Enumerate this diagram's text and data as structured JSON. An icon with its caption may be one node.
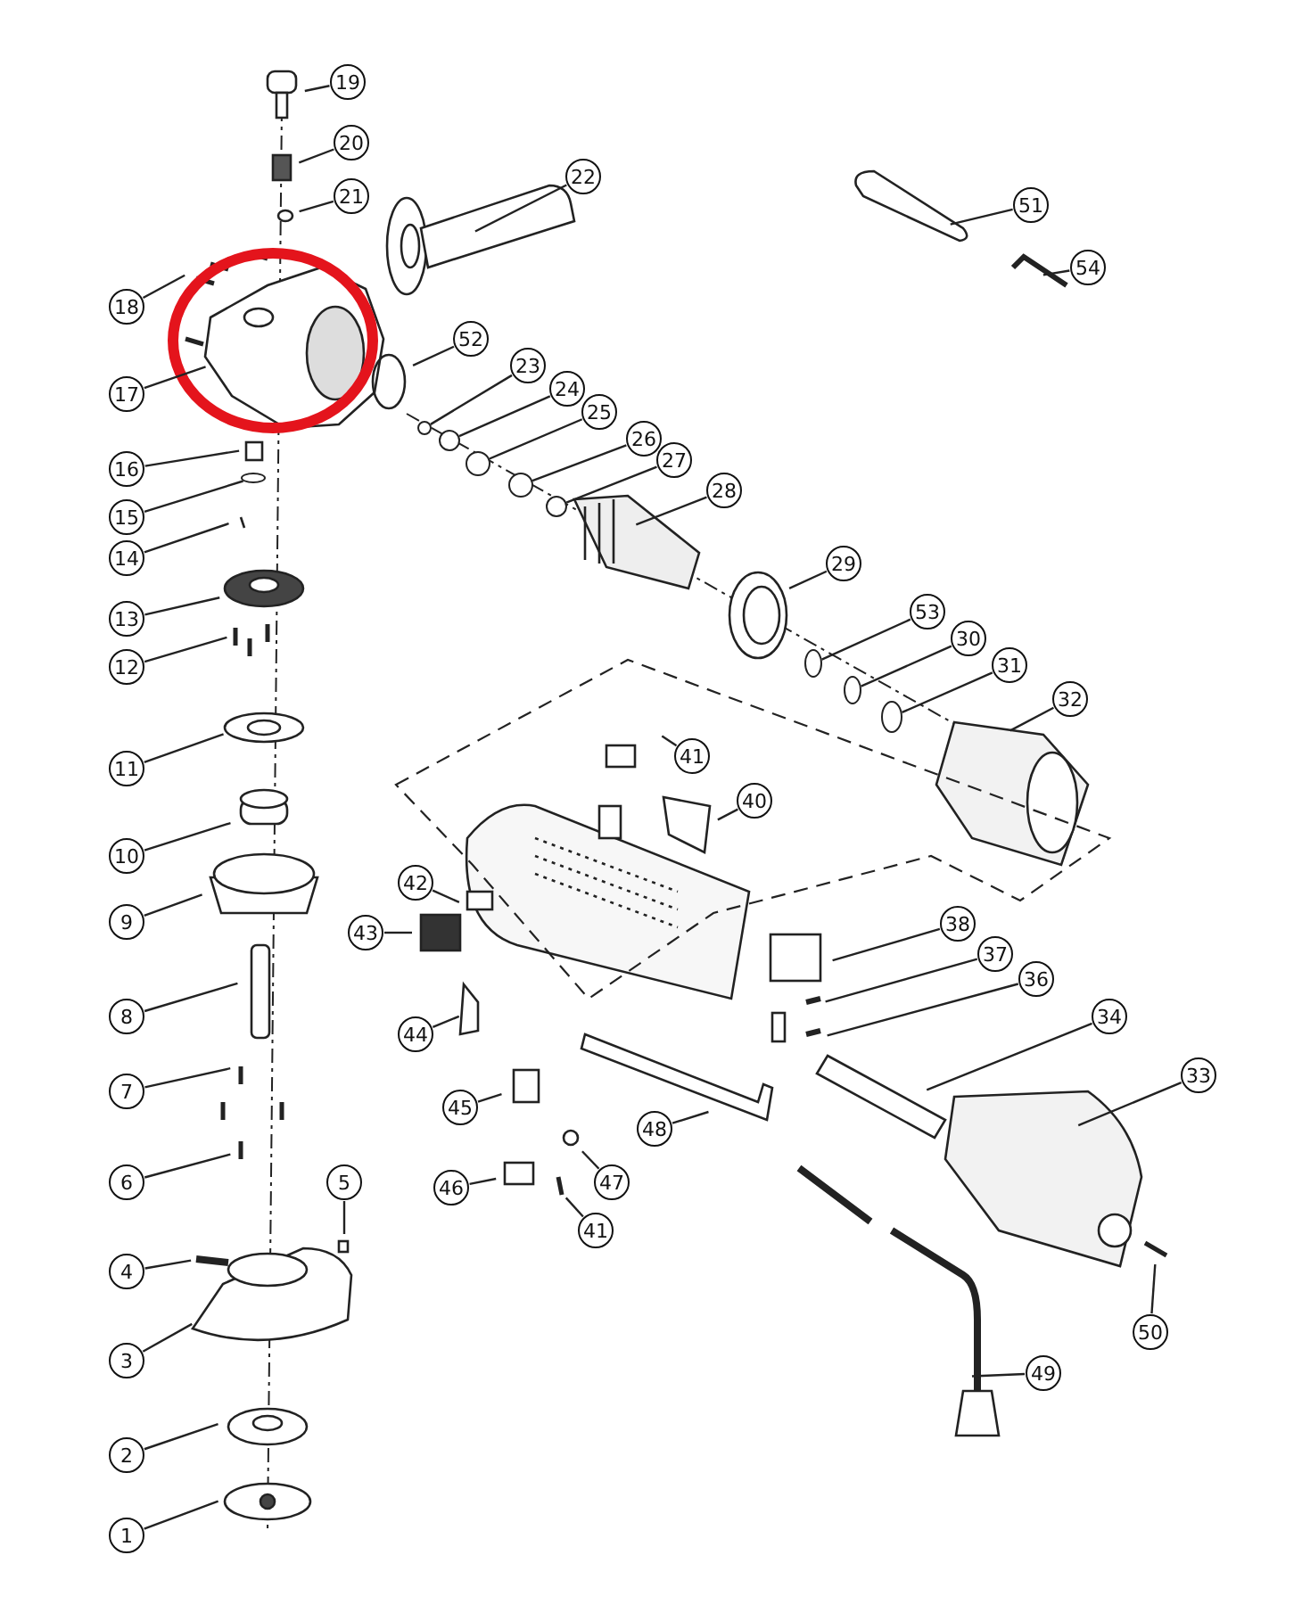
{
  "diagram": {
    "nodes": [
      {
        "text": [
          "19"
        ]
      },
      {
        "text": [
          "20"
        ]
      },
      {
        "text": [
          "22"
        ]
      },
      {
        "text": [
          "21"
        ]
      },
      {
        "text": [
          "51"
        ]
      },
      {
        "text": [
          "54"
        ]
      },
      {
        "text": [
          "18"
        ]
      },
      {
        "text": [
          "52"
        ]
      },
      {
        "text": [
          "23"
        ]
      },
      {
        "text": [
          "17"
        ]
      },
      {
        "text": [
          "24"
        ]
      },
      {
        "text": [
          "25"
        ]
      },
      {
        "text": [
          "26"
        ]
      },
      {
        "text": [
          "27"
        ]
      },
      {
        "text": [
          "16"
        ]
      },
      {
        "text": [
          "28"
        ]
      },
      {
        "text": [
          "15"
        ]
      },
      {
        "text": [
          "14"
        ]
      },
      {
        "text": [
          "29"
        ]
      },
      {
        "text": [
          "53"
        ]
      },
      {
        "text": [
          "13"
        ]
      },
      {
        "text": [
          "30"
        ]
      },
      {
        "text": [
          "12"
        ]
      },
      {
        "text": [
          "31"
        ]
      },
      {
        "text": [
          "32"
        ]
      },
      {
        "text": [
          "41"
        ]
      },
      {
        "text": [
          "11"
        ]
      },
      {
        "text": [
          "40"
        ]
      },
      {
        "text": [
          "10"
        ]
      },
      {
        "text": [
          "42"
        ]
      },
      {
        "text": [
          "9"
        ]
      },
      {
        "text": [
          "38"
        ]
      },
      {
        "text": [
          "43"
        ]
      },
      {
        "text": [
          "37"
        ]
      },
      {
        "text": [
          "36"
        ]
      },
      {
        "text": [
          "8"
        ]
      },
      {
        "text": [
          "34"
        ]
      },
      {
        "text": [
          "44"
        ]
      },
      {
        "text": [
          "33"
        ]
      },
      {
        "text": [
          "7"
        ]
      },
      {
        "text": [
          "45"
        ]
      },
      {
        "text": [
          "48"
        ]
      },
      {
        "text": [
          "6"
        ]
      },
      {
        "text": [
          "5"
        ]
      },
      {
        "text": [
          "47"
        ]
      },
      {
        "text": [
          "46"
        ]
      },
      {
        "text": [
          "41"
        ]
      },
      {
        "text": [
          "4"
        ]
      },
      {
        "text": [
          "50"
        ]
      },
      {
        "text": [
          "3"
        ]
      },
      {
        "text": [
          "49"
        ]
      },
      {
        "text": [
          "2"
        ]
      },
      {
        "text": [
          "1"
        ]
      },
      {
        "text": [],
        "shape": "circle"
      },
      {
        "text": [],
        "shape": "circle"
      },
      {
        "text": [],
        "shape": "circle"
      },
      {
        "text": [],
        "shape": "circle"
      },
      {
        "text": [],
        "shape": "circle"
      },
      {
        "text": [],
        "shape": "circle"
      },
      {
        "text": [],
        "shape": "circle"
      },
      {
        "text": [],
        "shape": "circle"
      },
      {
        "text": [],
        "shape": "circle"
      }
    ],
    "edges": [
      {
        "from": 0,
        "to": null,
        "arrow": "none"
      },
      {
        "from": 1,
        "to": null,
        "arrow": "none"
      },
      {
        "from": 2,
        "to": null,
        "arrow": "none"
      },
      {
        "from": 3,
        "to": null,
        "arrow": "none"
      },
      {
        "from": 4,
        "to": null,
        "arrow": "none"
      },
      {
        "from": 5,
        "to": null,
        "arrow": "none"
      },
      {
        "from": 6,
        "to": null,
        "arrow": "none"
      },
      {
        "from": 7,
        "to": null,
        "arrow": "none"
      },
      {
        "from": 8,
        "to": 53,
        "arrow": "none"
      },
      {
        "from": 9,
        "to": null,
        "arrow": "none"
      },
      {
        "from": 10,
        "to": 54,
        "arrow": "none"
      },
      {
        "from": 11,
        "to": 55,
        "arrow": "none"
      },
      {
        "from": 12,
        "to": 56,
        "arrow": "none"
      },
      {
        "from": 13,
        "to": 57,
        "arrow": "none"
      },
      {
        "from": 14,
        "to": null,
        "arrow": "none"
      },
      {
        "from": 15,
        "to": null,
        "arrow": "none"
      },
      {
        "from": 16,
        "to": 61,
        "arrow": "none"
      },
      {
        "from": 17,
        "to": null,
        "arrow": "none"
      },
      {
        "from": 18,
        "to": null,
        "arrow": "none"
      },
      {
        "from": 19,
        "to": 58,
        "arrow": "none"
      },
      {
        "from": 20,
        "to": null,
        "arrow": "none"
      },
      {
        "from": 21,
        "to": 59,
        "arrow": "none"
      },
      {
        "from": 22,
        "to": null,
        "arrow": "none"
      },
      {
        "from": 23,
        "to": 60,
        "arrow": "none"
      },
      {
        "from": 24,
        "to": null,
        "arrow": "none"
      },
      {
        "from": 25,
        "to": null,
        "arrow": "none"
      },
      {
        "from": 26,
        "to": null,
        "arrow": "none"
      },
      {
        "from": 27,
        "to": null,
        "arrow": "none"
      },
      {
        "from": 28,
        "to": null,
        "arrow": "none"
      },
      {
        "from": 29,
        "to": null,
        "arrow": "none"
      },
      {
        "from": 30,
        "to": null,
        "arrow": "none"
      },
      {
        "from": 31,
        "to": null,
        "arrow": "none"
      },
      {
        "from": 32,
        "to": null,
        "arrow": "none"
      },
      {
        "from": 33,
        "to": null,
        "arrow": "none"
      },
      {
        "from": 34,
        "to": null,
        "arrow": "none"
      },
      {
        "from": 35,
        "to": null,
        "arrow": "none"
      },
      {
        "from": 36,
        "to": null,
        "arrow": "none"
      },
      {
        "from": 37,
        "to": null,
        "arrow": "none"
      },
      {
        "from": 38,
        "to": null,
        "arrow": "none"
      },
      {
        "from": 39,
        "to": null,
        "arrow": "none"
      },
      {
        "from": 40,
        "to": null,
        "arrow": "none"
      },
      {
        "from": 41,
        "to": null,
        "arrow": "none"
      },
      {
        "from": 42,
        "to": null,
        "arrow": "none"
      },
      {
        "from": 43,
        "to": null,
        "arrow": "none"
      },
      {
        "from": 44,
        "to": null,
        "arrow": "none"
      },
      {
        "from": 45,
        "to": null,
        "arrow": "none"
      },
      {
        "from": 46,
        "to": null,
        "arrow": "none"
      },
      {
        "from": 47,
        "to": null,
        "arrow": "none"
      },
      {
        "from": 48,
        "to": null,
        "arrow": "none"
      },
      {
        "from": 49,
        "to": null,
        "arrow": "none"
      },
      {
        "from": 50,
        "to": null,
        "arrow": "none"
      },
      {
        "from": 51,
        "to": null,
        "arrow": "none"
      },
      {
        "from": 52,
        "to": null,
        "arrow": "none"
      }
    ]
  }
}
